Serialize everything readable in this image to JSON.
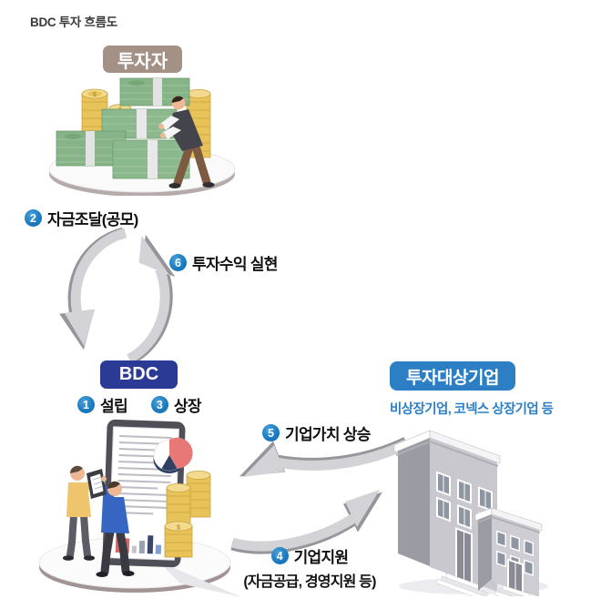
{
  "page": {
    "title": "BDC 투자 흐름도"
  },
  "nodes": {
    "investor": {
      "label": "투자자",
      "color": "#a49185"
    },
    "bdc": {
      "label": "BDC",
      "color": "#2b3a94"
    },
    "target": {
      "label": "투자대상기업",
      "subtitle": "비상장기업, 코넥스 상장기업 등",
      "color": "#2c7fc5"
    }
  },
  "steps": {
    "s1": {
      "num": "1",
      "label": "설립"
    },
    "s2": {
      "num": "2",
      "label": "자금조달(공모)"
    },
    "s3": {
      "num": "3",
      "label": "상장"
    },
    "s4": {
      "num": "4",
      "label": "기업지원",
      "subtitle": "(자금공급, 경영지원 등)"
    },
    "s5": {
      "num": "5",
      "label": "기업가치 상승"
    },
    "s6": {
      "num": "6",
      "label": "투자수익 실현"
    }
  },
  "colors": {
    "step_badge": "#1b7cc2",
    "text": "#111111",
    "arrow_light": "#d2d2d7",
    "arrow_dark": "#95959b",
    "money_green": "#87b388",
    "coin_gold": "#e7c35a"
  },
  "icons": {
    "investor_illustration": "money-stacks-coins-person",
    "funding_cycle": "circular-arrows",
    "business_cycle": "horizontal-cycle-arrows",
    "bdc_illustration": "people-tablet-chart-coins",
    "target_illustration": "office-buildings"
  }
}
